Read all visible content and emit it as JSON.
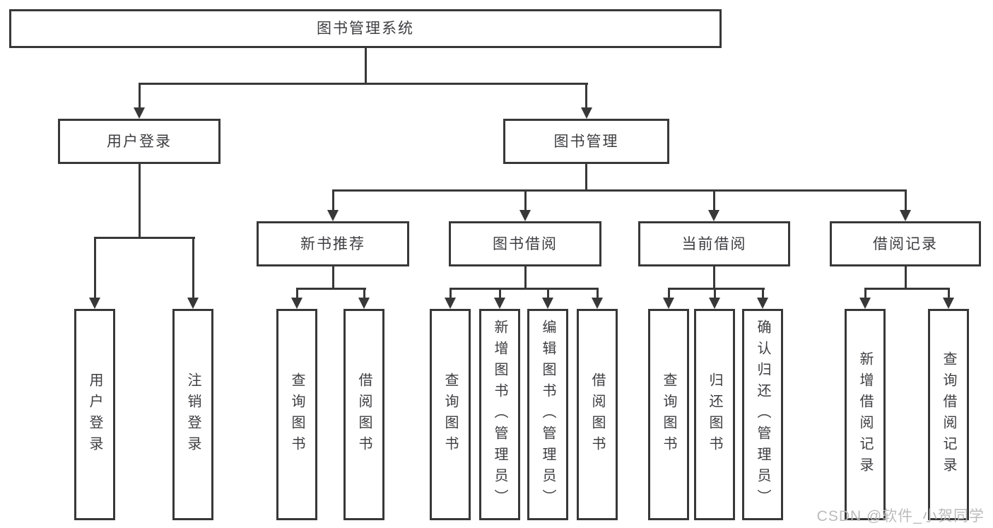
{
  "colors": {
    "line": "#383838",
    "box_background": "#ffffff",
    "text": "#3e3e42",
    "watermark": "#b7b7b7"
  },
  "watermark": {
    "text": "CSDN @软件_小贺同学"
  },
  "diagram": {
    "root": {
      "label": "图书管理系统",
      "children": [
        {
          "label": "用户登录",
          "children": [
            {
              "label": "用户登录"
            },
            {
              "label": "注销登录"
            }
          ]
        },
        {
          "label": "图书管理",
          "children": [
            {
              "label": "新书推荐",
              "children": [
                {
                  "label": "查询图书"
                },
                {
                  "label": "借阅图书"
                }
              ]
            },
            {
              "label": "图书借阅",
              "children": [
                {
                  "label": "查询图书"
                },
                {
                  "label": "新增图书（管理员）"
                },
                {
                  "label": "编辑图书（管理员）"
                },
                {
                  "label": "借阅图书"
                }
              ]
            },
            {
              "label": "当前借阅",
              "children": [
                {
                  "label": "查询图书"
                },
                {
                  "label": "归还图书"
                },
                {
                  "label": "确认归还（管理员）"
                }
              ]
            },
            {
              "label": "借阅记录",
              "children": [
                {
                  "label": "新增借阅记录"
                },
                {
                  "label": "查询借阅记录"
                }
              ]
            }
          ]
        }
      ]
    }
  }
}
